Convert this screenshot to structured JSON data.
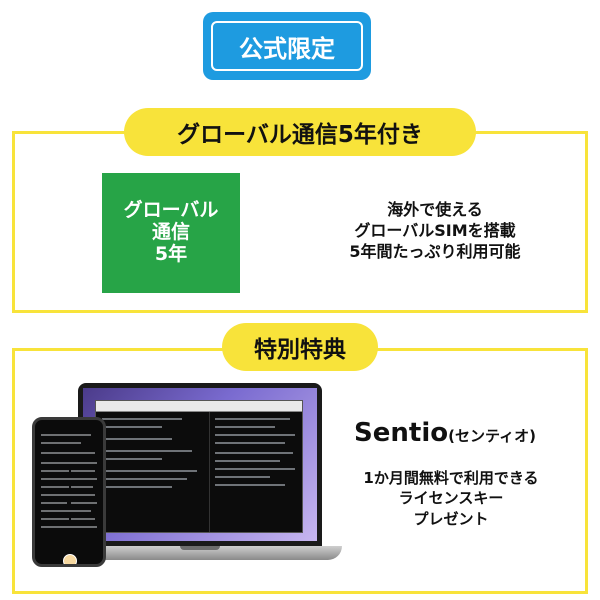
{
  "badge": {
    "official_label": "公式限定"
  },
  "section1": {
    "pill_label": "グローバル通信5年付き",
    "green_box_lines": [
      "グローバル",
      "通信",
      "5年"
    ],
    "description_lines": [
      "海外で使える",
      "グローバルSIMを搭載",
      "5年間たっぷり利用可能"
    ]
  },
  "section2": {
    "pill_label": "特別特典",
    "product_name": "Sentio",
    "product_suffix": "(センティオ)",
    "description_lines": [
      "1か月間無料で利用できる",
      "ライセンスキー",
      "プレゼント"
    ]
  },
  "colors": {
    "badge_blue": "#1e9be0",
    "accent_yellow": "#f8e33a",
    "green": "#27a447"
  }
}
